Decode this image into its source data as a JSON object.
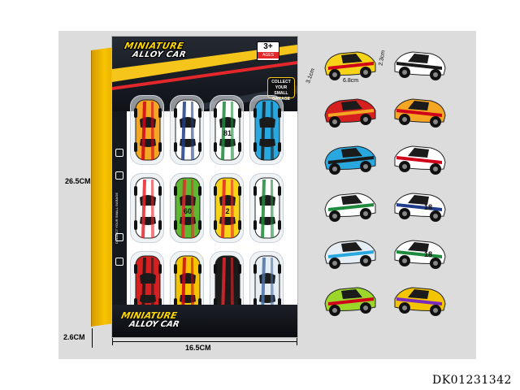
{
  "product": {
    "brand_line1": "MINIATURE",
    "brand_line2": "ALLOY CAR",
    "age": "3+",
    "ages_label": "AGES",
    "collect_text": "COLLECT YOUR SMALL GARAGE",
    "side_strip_text": "COLLECT YOUR SMALL GARAGE",
    "footer_line1": "MINIATURE",
    "footer_line2": "ALLOY CAR"
  },
  "dimensions": {
    "height": "26.5CM",
    "width": "16.5CM",
    "depth": "2.6CM",
    "car_length": "6.8cm",
    "car_width": "3.1cm",
    "car_height": "2.3cm"
  },
  "sku": "DK01231342",
  "colors": {
    "card_yellow": "#f6c51c",
    "card_dark": "#15181d",
    "background_panel": "#dcdcdc"
  },
  "blister_cars": [
    {
      "body": "#f5a623",
      "accent": "#d0021b",
      "label": ""
    },
    {
      "body": "#ffffff",
      "accent": "#1f3d8a",
      "label": ""
    },
    {
      "body": "#ffffff",
      "accent": "#1e8a3c",
      "label": "81"
    },
    {
      "body": "#29a8e0",
      "accent": "#1a1a1a",
      "label": ""
    },
    {
      "body": "#ffffff",
      "accent": "#e4272b",
      "label": ""
    },
    {
      "body": "#5fb832",
      "accent": "#e4272b",
      "label": "60"
    },
    {
      "body": "#f7d417",
      "accent": "#e4272b",
      "label": "2"
    },
    {
      "body": "#ffffff",
      "accent": "#1e8a3c",
      "label": ""
    },
    {
      "body": "#d6201f",
      "accent": "#1a1a1a",
      "label": ""
    },
    {
      "body": "#f5c400",
      "accent": "#d0021b",
      "label": ""
    },
    {
      "body": "#1a1a1a",
      "accent": "#e4272b",
      "label": ""
    },
    {
      "body": "#e6eef5",
      "accent": "#4a6fa5",
      "label": ""
    }
  ],
  "loose_cars": [
    {
      "body": "#f7d417",
      "accent": "#d0021b",
      "label": ""
    },
    {
      "body": "#ffffff",
      "accent": "#1a1a1a",
      "label": ""
    },
    {
      "body": "#d6201f",
      "accent": "#f5a623",
      "label": ""
    },
    {
      "body": "#f5a623",
      "accent": "#d0021b",
      "label": ""
    },
    {
      "body": "#29a8e0",
      "accent": "#1a1a1a",
      "label": ""
    },
    {
      "body": "#ffffff",
      "accent": "#d0021b",
      "label": ""
    },
    {
      "body": "#ffffff",
      "accent": "#1e8a3c",
      "label": ""
    },
    {
      "body": "#ffffff",
      "accent": "#1f3d8a",
      "label": "18"
    },
    {
      "body": "#e6eef5",
      "accent": "#29a8e0",
      "label": ""
    },
    {
      "body": "#ffffff",
      "accent": "#1e8a3c",
      "label": "18"
    },
    {
      "body": "#9cd62b",
      "accent": "#d0021b",
      "label": ""
    },
    {
      "body": "#f5c400",
      "accent": "#7b2cbf",
      "label": ""
    }
  ]
}
